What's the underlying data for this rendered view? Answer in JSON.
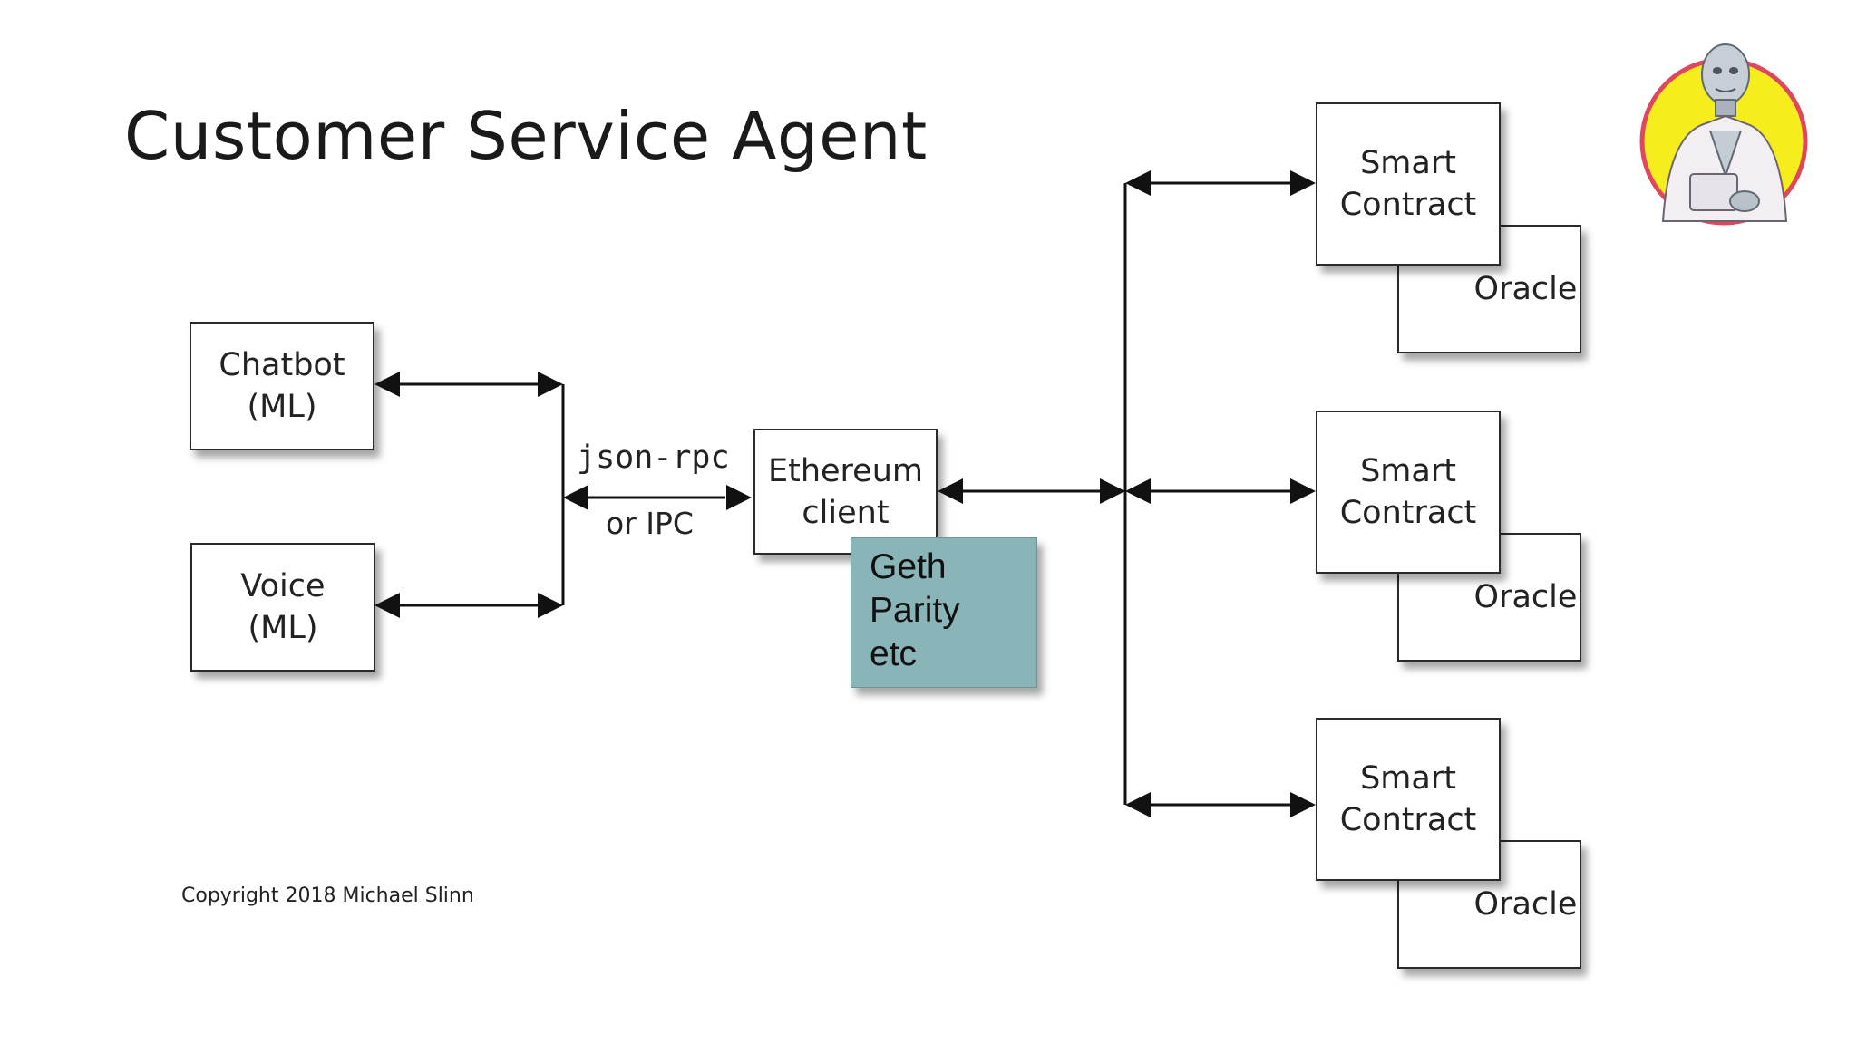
{
  "title": "Customer Service Agent",
  "nodes": {
    "chatbot": [
      "Chatbot",
      "(ML)"
    ],
    "voice": [
      "Voice",
      "(ML)"
    ],
    "ethereum": [
      "Ethereum",
      "client"
    ],
    "geth_note": [
      "Geth",
      "Parity",
      "etc"
    ],
    "smart_contract": [
      "Smart",
      "Contract"
    ],
    "oracle": "Oracle"
  },
  "edge_labels": {
    "protocol_top": "json-rpc",
    "protocol_bottom": "or IPC"
  },
  "copyright": "Copyright 2018 Michael Slinn",
  "colors": {
    "note_fill": "#8ab5b8",
    "avatar_ring": "#e0475f",
    "avatar_fill": "#f5ee1c"
  },
  "icons": {
    "avatar": "robot-avatar-icon"
  }
}
